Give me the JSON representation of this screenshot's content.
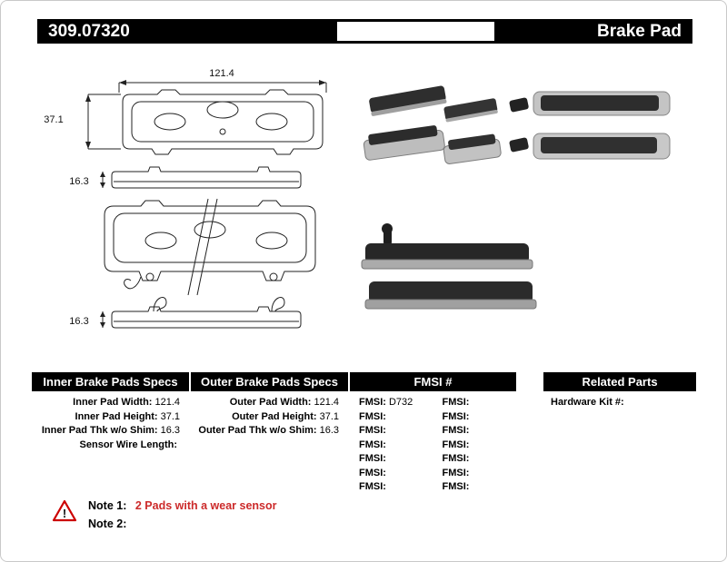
{
  "header": {
    "part_number": "309.07320",
    "product_type": "Brake Pad"
  },
  "drawings": {
    "front_width": "121.4",
    "front_height": "37.1",
    "side_thickness_top": "16.3",
    "side_thickness_bottom": "16.3"
  },
  "specs": {
    "inner": {
      "header": "Inner Brake Pads Specs",
      "rows": [
        {
          "label": "Inner Pad Width:",
          "value": "121.4"
        },
        {
          "label": "Inner Pad Height:",
          "value": "37.1"
        },
        {
          "label": "Inner Pad Thk w/o Shim:",
          "value": "16.3"
        },
        {
          "label": "Sensor Wire Length:",
          "value": ""
        }
      ]
    },
    "outer": {
      "header": "Outer Brake Pads Specs",
      "rows": [
        {
          "label": "Outer Pad Width:",
          "value": "121.4"
        },
        {
          "label": "Outer Pad Height:",
          "value": "37.1"
        },
        {
          "label": "Outer Pad Thk w/o Shim:",
          "value": "16.3"
        }
      ]
    },
    "fmsi": {
      "header": "FMSI #",
      "rows": [
        {
          "l_label": "FMSI:",
          "l_value": "D732",
          "r_label": "FMSI:",
          "r_value": ""
        },
        {
          "l_label": "FMSI:",
          "l_value": "",
          "r_label": "FMSI:",
          "r_value": ""
        },
        {
          "l_label": "FMSI:",
          "l_value": "",
          "r_label": "FMSI:",
          "r_value": ""
        },
        {
          "l_label": "FMSI:",
          "l_value": "",
          "r_label": "FMSI:",
          "r_value": ""
        },
        {
          "l_label": "FMSI:",
          "l_value": "",
          "r_label": "FMSI:",
          "r_value": ""
        },
        {
          "l_label": "FMSI:",
          "l_value": "",
          "r_label": "FMSI:",
          "r_value": ""
        },
        {
          "l_label": "FMSI:",
          "l_value": "",
          "r_label": "FMSI:",
          "r_value": ""
        }
      ]
    },
    "related": {
      "header": "Related Parts",
      "rows": [
        {
          "label": "Hardware Kit #:",
          "value": ""
        }
      ]
    }
  },
  "notes": {
    "warning_icon": "warning-triangle-icon",
    "note1_label": "Note 1:",
    "note1_text": "2 Pads with a wear sensor",
    "note2_label": "Note 2:",
    "note2_text": ""
  },
  "colors": {
    "header_bg": "#000000",
    "header_text": "#ffffff",
    "note_red": "#cc2a2a",
    "warning_red": "#cc0000"
  }
}
